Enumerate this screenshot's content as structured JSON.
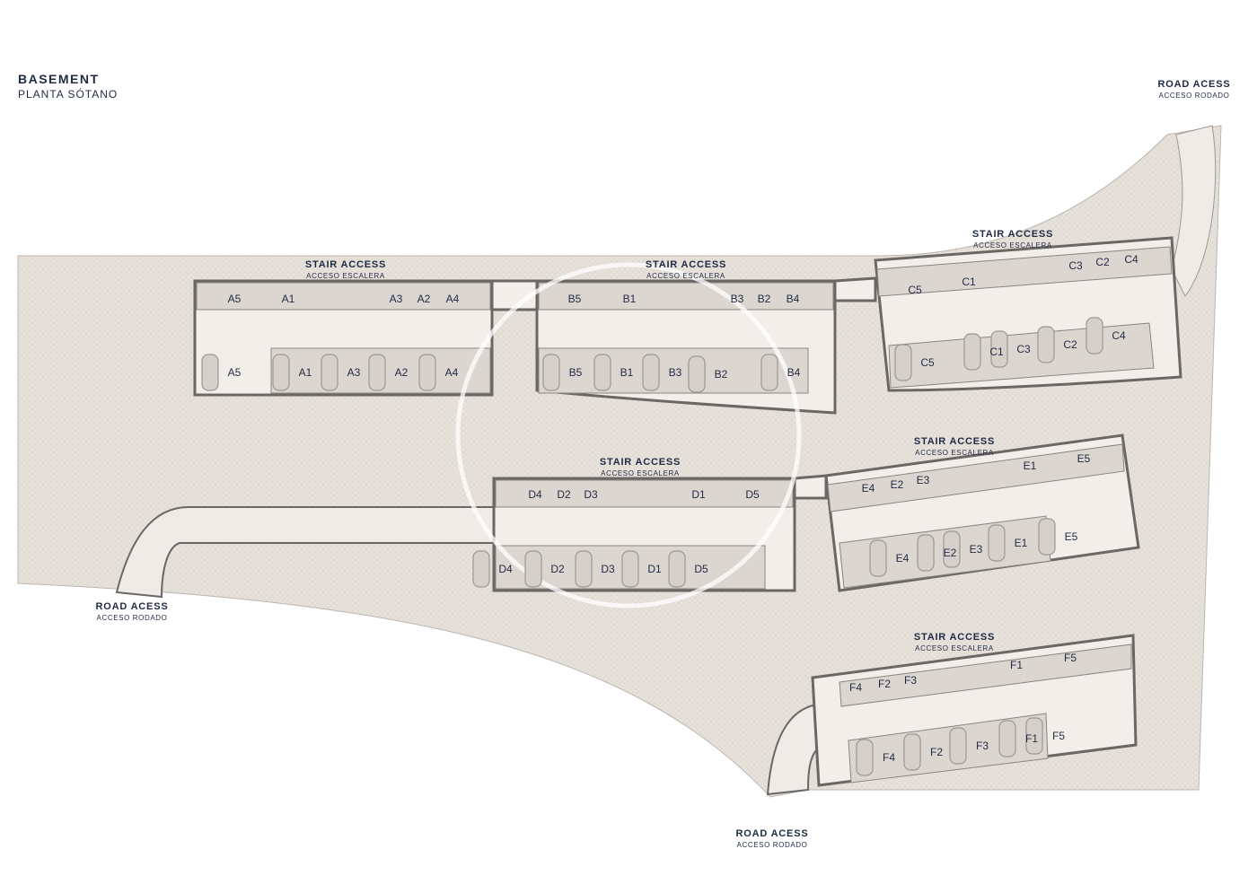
{
  "header": {
    "title": "BASEMENT",
    "subtitle": "PLANTA SÓTANO"
  },
  "access_labels": [
    {
      "title": "ROAD ACESS",
      "subtitle": "ACCESO RODADO"
    },
    {
      "title": "ROAD ACESS",
      "subtitle": "ACCESO RODADO"
    },
    {
      "title": "ROAD ACESS",
      "subtitle": "ACCESO RODADO"
    },
    {
      "title": "STAIR ACCESS",
      "subtitle": "ACCESO ESCALERA"
    },
    {
      "title": "STAIR ACCESS",
      "subtitle": "ACCESO ESCALERA"
    },
    {
      "title": "STAIR ACCESS",
      "subtitle": "ACCESO ESCALERA"
    },
    {
      "title": "STAIR ACCESS",
      "subtitle": "ACCESO ESCALERA"
    },
    {
      "title": "STAIR ACCESS",
      "subtitle": "ACCESO ESCALERA"
    },
    {
      "title": "STAIR ACCESS",
      "subtitle": "ACCESO ESCALERA"
    }
  ],
  "storage_units": [
    "A5",
    "A1",
    "A3",
    "A2",
    "A4",
    "B5",
    "B1",
    "B3",
    "B2",
    "B4",
    "C5",
    "C1",
    "C3",
    "C2",
    "C4",
    "D4",
    "D2",
    "D3",
    "D1",
    "D5",
    "E4",
    "E2",
    "E3",
    "E1",
    "E5",
    "F4",
    "F2",
    "F3",
    "F1",
    "F5"
  ],
  "parking_spaces": [
    "A5",
    "A1",
    "A3",
    "A2",
    "A4",
    "B5",
    "B1",
    "B3",
    "B2",
    "B4",
    "C5",
    "C1",
    "C3",
    "C2",
    "C4",
    "D4",
    "D2",
    "D3",
    "D1",
    "D5",
    "E4",
    "E2",
    "E3",
    "E1",
    "E5",
    "F4",
    "F2",
    "F3",
    "F1",
    "F5"
  ],
  "colors": {
    "text": "#1f2a44",
    "site": "#e6e0da",
    "building": "#f2efea",
    "room": "#dcd6d0",
    "wall": "#6b6765"
  }
}
